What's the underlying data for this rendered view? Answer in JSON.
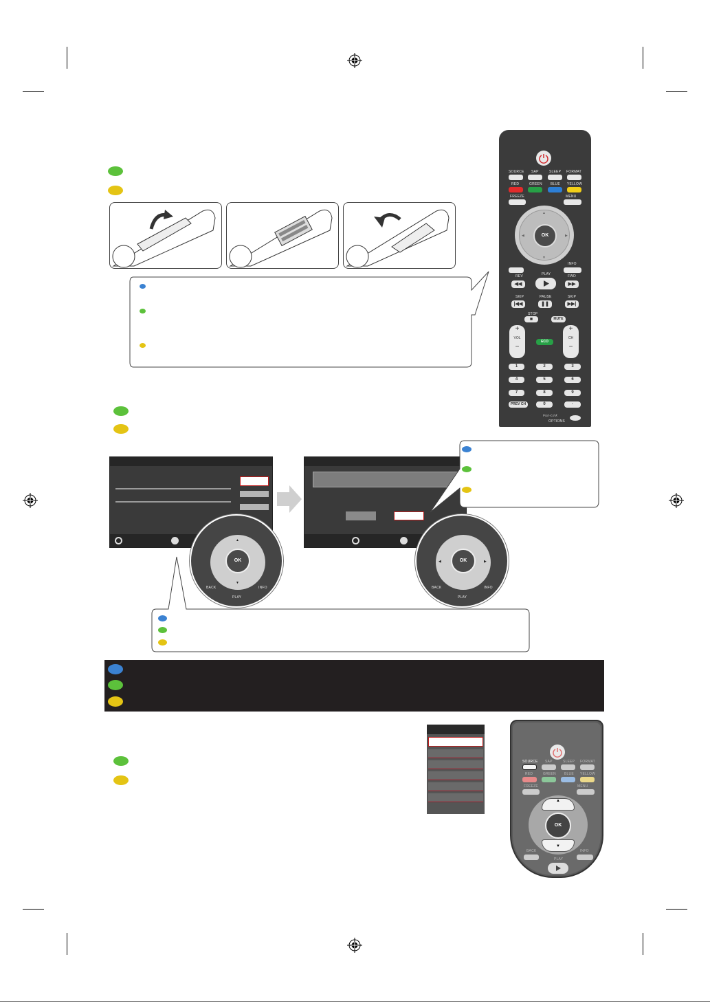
{
  "remote": {
    "buttons": {
      "source": "SOURCE",
      "sap": "SAP",
      "sleep": "SLEEP",
      "format": "FORMAT",
      "red": "RED",
      "green": "GREEN",
      "blue": "BLUE",
      "yellow": "YELLOW",
      "freeze": "FREEZE",
      "menu": "MENU",
      "ok": "OK",
      "info": "INFO",
      "play": "PLAY",
      "rev": "REV",
      "fwd": "FWD",
      "skip_left": "SKIP",
      "pause": "PAUSE",
      "skip_right": "SKIP",
      "stop": "STOP",
      "mute": "MUTE",
      "vol": "VOL",
      "ch": "CH",
      "eco": "ECO",
      "digits": [
        "1",
        "2",
        "3",
        "4",
        "5",
        "6",
        "7",
        "8",
        "9",
        "0",
        "·"
      ],
      "prev_ch": "PREV CH",
      "brand": "Fun-Link",
      "options": "OPTIONS"
    }
  },
  "zoom": {
    "ok": "OK",
    "back": "BACK",
    "info": "INFO",
    "play": "PLAY"
  },
  "small_remote": {
    "source": "SOURCE",
    "sap": "SAP",
    "sleep": "SLEEP",
    "format": "FORMAT",
    "red": "RED",
    "green": "GREEN",
    "blue": "BLUE",
    "yellow": "YELLOW",
    "freeze": "FREEZE",
    "menu": "MENU",
    "ok": "OK",
    "back": "BACK",
    "info": "INFO",
    "play": "PLAY"
  },
  "colors": {
    "green": "#5cc13b",
    "yellow": "#e4c414",
    "blue": "#3b82d2",
    "remote_body": "#3b3b3b",
    "black_band": "#231f20"
  }
}
